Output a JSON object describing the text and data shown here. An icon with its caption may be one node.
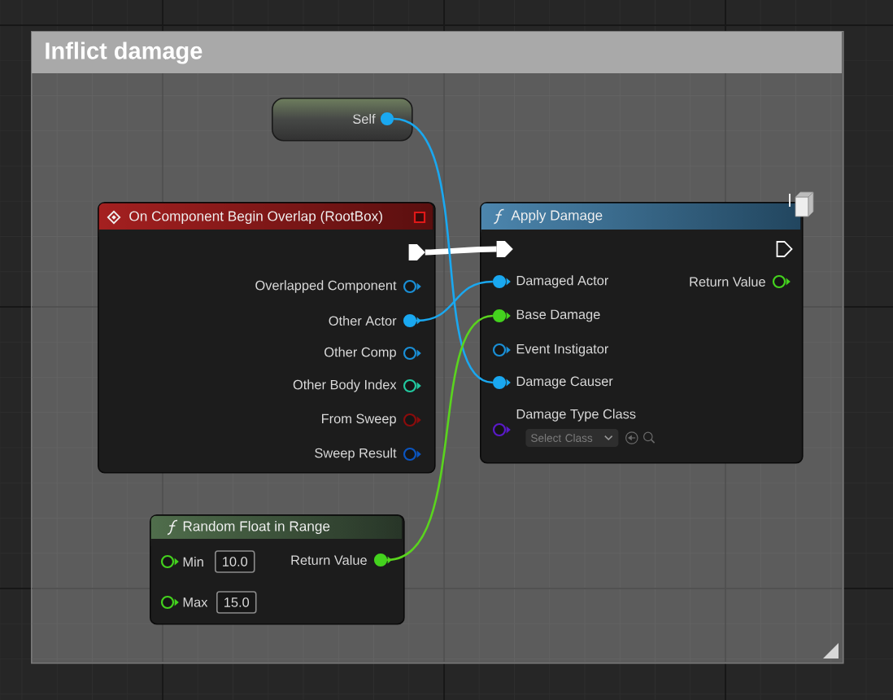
{
  "diagram": {
    "nodes": [
      {
        "text": [
          "Inflict damage"
        ]
      },
      {
        "text": [
          "Self"
        ],
        "in": 0
      },
      {
        "text": [],
        "shape": "circle",
        "in": 1
      },
      {
        "text": [
          "On Component Begin Overlap (RootBox)"
        ],
        "in": 0
      },
      {
        "text": [],
        "shape": "pentagon",
        "in": 3
      },
      {
        "text": [],
        "shape": "circle",
        "beside": [
          "Overlapped Component"
        ],
        "in": 3
      },
      {
        "text": [],
        "shape": "circle",
        "beside": [
          "Other Actor"
        ],
        "in": 3
      },
      {
        "text": [],
        "shape": "circle",
        "beside": [
          "Other Comp"
        ],
        "in": 3
      },
      {
        "text": [],
        "shape": "circle",
        "beside": [
          "Other Body Index"
        ],
        "in": 3
      },
      {
        "text": [],
        "shape": "circle",
        "beside": [
          "From Sweep"
        ],
        "in": 3
      },
      {
        "text": [],
        "shape": "circle",
        "beside": [
          "Sweep Result"
        ],
        "in": 3
      },
      {
        "text": [
          "Apply Damage"
        ],
        "in": 0
      },
      {
        "text": [],
        "shape": "pentagon",
        "in": 11
      },
      {
        "text": [],
        "shape": "pentagon",
        "in": 11
      },
      {
        "text": [],
        "shape": "circle",
        "beside": [
          "Damaged Actor"
        ],
        "in": 11
      },
      {
        "text": [],
        "shape": "circle",
        "beside": [
          "Return Value"
        ],
        "in": 11
      },
      {
        "text": [],
        "shape": "circle",
        "beside": [
          "Base Damage"
        ],
        "in": 11
      },
      {
        "text": [],
        "shape": "circle",
        "beside": [
          "Event Instigator"
        ],
        "in": 11
      },
      {
        "text": [],
        "shape": "circle",
        "beside": [
          "Damage Causer"
        ],
        "in": 11
      },
      {
        "text": [],
        "shape": "circle",
        "beside": [
          "Damage Type Class",
          "Select Class"
        ],
        "in": 11
      },
      {
        "text": [
          "Random Float in Range"
        ],
        "in": 0
      },
      {
        "text": [],
        "shape": "circle",
        "beside": [
          "Min",
          "10.0"
        ],
        "in": 20
      },
      {
        "text": [],
        "shape": "circle",
        "beside": [
          "Return Value"
        ],
        "in": 20
      },
      {
        "text": [],
        "shape": "circle",
        "beside": [
          "Max",
          "15.0"
        ],
        "in": 20
      }
    ],
    "edges": [
      {
        "from": 4,
        "to": 12,
        "arrow": "none",
        "style": "thick",
        "color": "#ffffff"
      },
      {
        "from": 2,
        "to": 18,
        "arrow": "none"
      },
      {
        "from": 6,
        "to": 14,
        "arrow": "none"
      },
      {
        "from": 22,
        "to": 16,
        "arrow": "none",
        "color": "#5ad41e"
      }
    ]
  }
}
